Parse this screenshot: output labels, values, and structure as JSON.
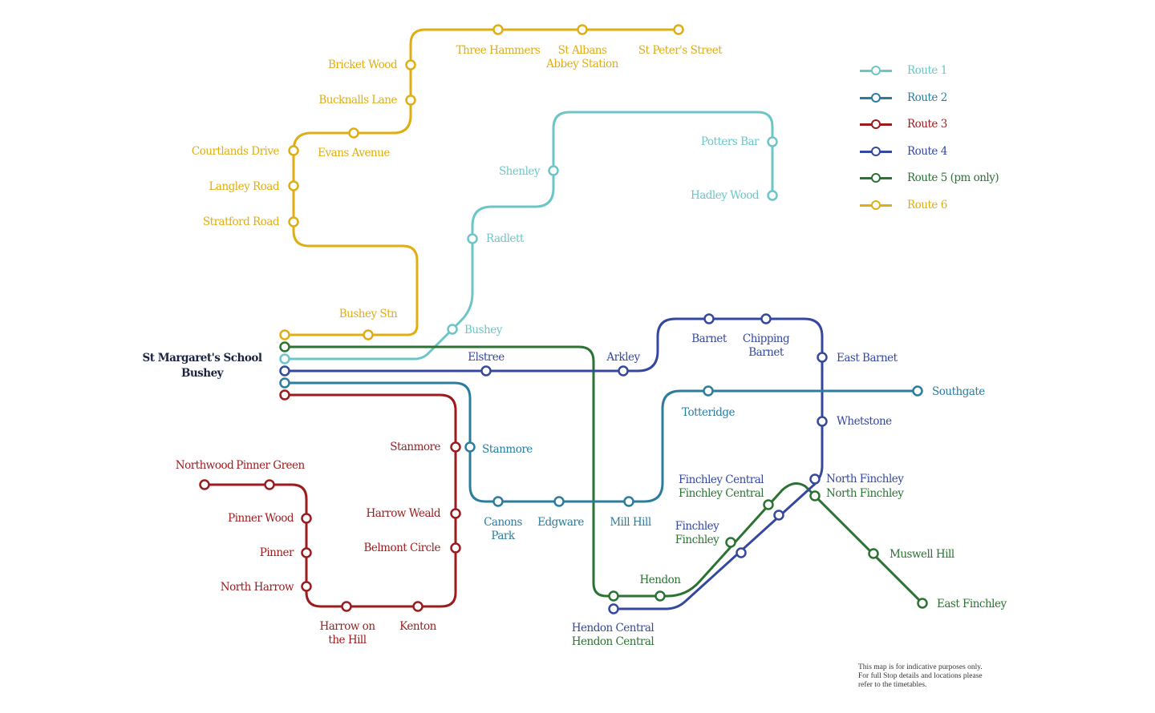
{
  "school": {
    "line1": "St Margaret's School",
    "line2": "Bushey"
  },
  "legend": [
    {
      "label": "Route 1",
      "color": "#6cc6c8"
    },
    {
      "label": "Route 2",
      "color": "#2b7c9d"
    },
    {
      "label": "Route 3",
      "color": "#9b1b1e"
    },
    {
      "label": "Route 4",
      "color": "#3448a0"
    },
    {
      "label": "Route 5 (pm only)",
      "color": "#2b7233"
    },
    {
      "label": "Route 6",
      "color": "#e0ad12"
    }
  ],
  "stops": {
    "route6": {
      "three_hammers": "Three Hammers",
      "st_albans_1": "St Albans",
      "st_albans_2": "Abbey Station",
      "st_peters": "St Peter's Street",
      "bricket_wood": "Bricket Wood",
      "bucknalls_lane": "Bucknalls Lane",
      "evans_avenue": "Evans Avenue",
      "courtlands_drive": "Courtlands Drive",
      "langley_road": "Langley Road",
      "stratford_road": "Stratford Road",
      "bushey_stn": "Bushey Stn"
    },
    "route1": {
      "potters_bar": "Potters Bar",
      "hadley_wood": "Hadley Wood",
      "shenley": "Shenley",
      "radlett": "Radlett",
      "bushey": "Bushey"
    },
    "route4": {
      "elstree": "Elstree",
      "arkley": "Arkley",
      "barnet": "Barnet",
      "chipping_1": "Chipping",
      "chipping_2": "Barnet",
      "east_barnet": "East Barnet",
      "whetstone": "Whetstone",
      "north_finchley": "North Finchley",
      "finchley_central": "Finchley Central",
      "finchley": "Finchley",
      "hendon_central": "Hendon Central"
    },
    "route2": {
      "totteridge": "Totteridge",
      "southgate": "Southgate",
      "stanmore": "Stanmore",
      "canons_1": "Canons",
      "canons_2": "Park",
      "edgware": "Edgware",
      "mill_hill": "Mill Hill"
    },
    "route3": {
      "stanmore": "Stanmore",
      "harrow_weald": "Harrow Weald",
      "belmont_circle": "Belmont Circle",
      "northwood": "Northwood",
      "pinner_green": "Pinner Green",
      "pinner_wood": "Pinner Wood",
      "pinner": "Pinner",
      "north_harrow": "North Harrow",
      "harrow_hill_1": "Harrow on",
      "harrow_hill_2": "the Hill",
      "kenton": "Kenton"
    },
    "route5": {
      "finchley_central": "Finchley Central",
      "north_finchley": "North Finchley",
      "finchley": "Finchley",
      "hendon": "Hendon",
      "hendon_central": "Hendon Central",
      "muswell_hill": "Muswell Hill",
      "east_finchley": "East Finchley"
    }
  },
  "disclaimer": [
    "This map is for indicative purposes only.",
    "For full Stop details and locations please",
    "refer to the timetables."
  ]
}
